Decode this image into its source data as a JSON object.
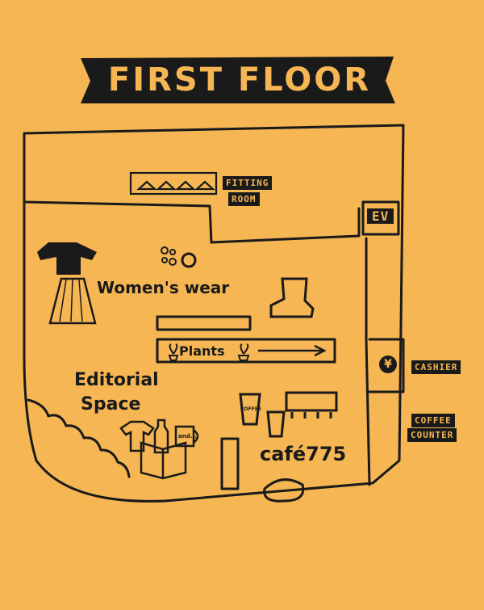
{
  "title": "FIRST FLOOR",
  "areas": {
    "fitting_room_line1": "FITTING",
    "fitting_room_line2": "ROOM",
    "elevator": "EV",
    "womens_wear": "Women's wear",
    "plants": "Plants",
    "editorial_line1": "Editorial",
    "editorial_line2": "Space",
    "cafe": "café775",
    "cashier_symbol": "¥",
    "cashier": "CASHIER",
    "coffee_counter_line1": "COFFEE",
    "coffee_counter_line2": "COUNTER"
  },
  "small_labels": {
    "coffee_cup": "COFFEE",
    "book": "and..."
  },
  "colors": {
    "background": "#f5b653",
    "ink": "#1a1a1a"
  },
  "icons": [
    "hanger-icon",
    "dress-icon",
    "skirt-icon",
    "earring-icon",
    "ring-icon",
    "boot-icon",
    "plant-icon",
    "coffee-cup-icon",
    "tshirt-icon",
    "bottle-icon",
    "mug-icon",
    "book-icon",
    "hotdog-icon",
    "table-icon",
    "arrow-right-icon",
    "stairs-icon"
  ]
}
